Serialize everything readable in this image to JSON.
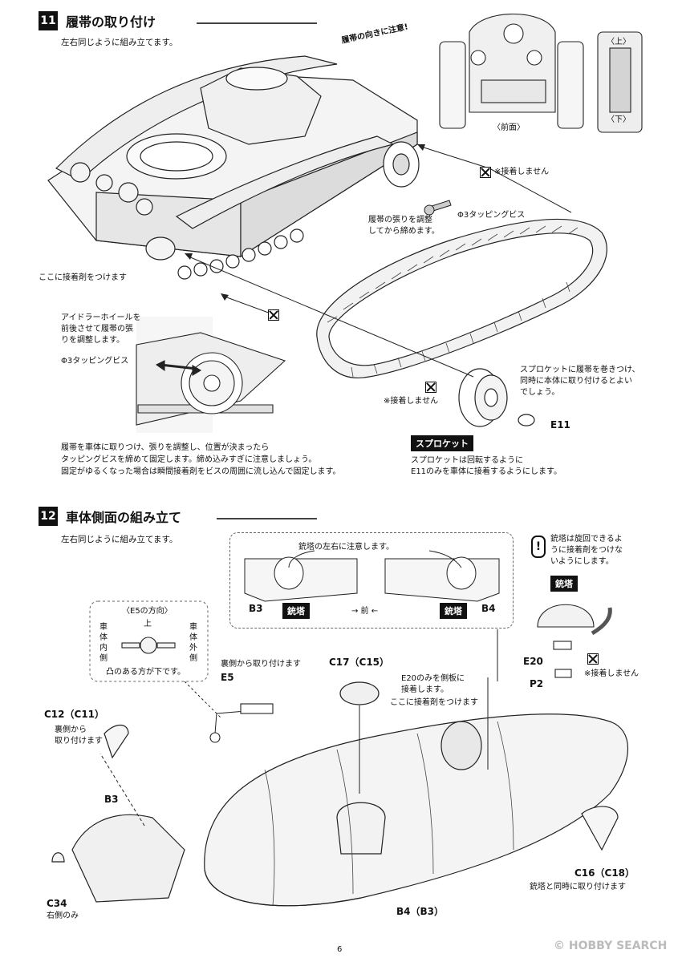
{
  "step11": {
    "number": "11",
    "title": "履帯の取り付け",
    "intro": "左右同じように組み立てます。",
    "note_direction": "履帯の向きに注意!",
    "view_front": "〈前面〉",
    "view_top": "〈上〉",
    "view_bottom": "〈下〉",
    "no_glue_1": "※接着しません",
    "screw_1": "Φ3タッピングビス",
    "tension_note": [
      "履帯の張りを調整",
      "してから締めます。"
    ],
    "glue_here": "ここに接着剤をつけます",
    "idler_note": [
      "アイドラーホイールを",
      "前後させて履帯の張",
      "りを調整します。"
    ],
    "screw_2": "Φ3タッピングビス",
    "sprocket_note": [
      "スプロケットに履帯を巻きつけ、",
      "同時に本体に取り付けるとよい",
      "でしょう。"
    ],
    "no_glue_2": "※接着しません",
    "part_e11": "E11",
    "sprocket_tag": "スプロケット",
    "sprocket_desc": [
      "スプロケットは回転するように",
      "E11のみを車体に接着するようにします。"
    ],
    "fix_note": [
      "履帯を車体に取りつけ、張りを調整し、位置が決まったら",
      "タッピングビスを締めて固定します。締め込みすぎに注意しましょう。",
      "固定がゆるくなった場合は瞬間接着剤をビスの周囲に流し込んで固定します。"
    ]
  },
  "step12": {
    "number": "12",
    "title": "車体側面の組み立て",
    "intro": "左右同じように組み立てます。",
    "turret_lr_note": "銃塔の左右に注意します。",
    "part_b3_top": "B3",
    "part_b4_top": "B4",
    "turret_tag_left": "銃塔",
    "turret_tag_right": "銃塔",
    "front_arrow": "→ 前 ←",
    "caution_note": [
      "銃塔は旋回できるよ",
      "うに接着剤をつけな",
      "いようにします。"
    ],
    "turret_tag_3d": "銃塔",
    "part_e20": "E20",
    "part_p2": "P2",
    "no_glue": "※接着しません",
    "e5_dir_title": "〈E5の方向〉",
    "e5_up": "上",
    "e5_inner": "車体内側",
    "e5_outer": "車体外側",
    "e5_note": "凸のある方が下です。",
    "from_back": "裏側から取り付けます",
    "part_e5": "E5",
    "part_c17": "C17（C15）",
    "e20_note": [
      "E20のみを側板に",
      "接着します。",
      "ここに接着剤をつけます"
    ],
    "part_c12": "C12（C11）",
    "c12_note": [
      "裏側から",
      "取り付けます"
    ],
    "part_b3": "B3",
    "part_c34": "C34",
    "c34_note": "右側のみ",
    "part_b4b3": "B4（B3）",
    "part_c16": "C16（C18）",
    "c16_note": "銃塔と同時に取り付けます"
  },
  "footer": {
    "page": "6",
    "watermark": "© HOBBY SEARCH"
  }
}
